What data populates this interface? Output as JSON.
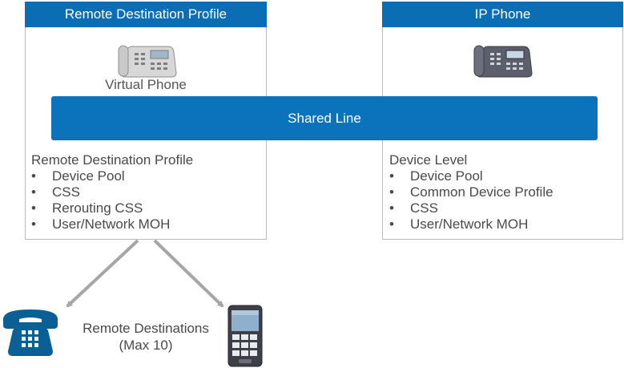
{
  "rdp_panel": {
    "header": "Remote Destination Profile",
    "virtual_phone_label": "Virtual Phone",
    "list_title": "Remote Destination Profile",
    "items": [
      "Device Pool",
      "CSS",
      "Rerouting CSS",
      "User/Network MOH"
    ]
  },
  "ip_phone_panel": {
    "header": "IP Phone",
    "list_title": "Device Level",
    "items": [
      "Device Pool",
      "Common Device Profile",
      "CSS",
      "User/Network MOH"
    ]
  },
  "shared_line": "Shared Line",
  "remote_destinations": {
    "line1": "Remote Destinations",
    "line2": "(Max 10)"
  },
  "bullet": "•",
  "icons": {
    "virtual_phone": "desk-phone-icon",
    "ip_phone": "desk-phone-icon",
    "remote_desk_phone": "telephone-icon",
    "remote_mobile": "mobile-phone-icon"
  },
  "colors": {
    "header_blue": "#0b6db4",
    "shared_line_blue": "#0b73bb",
    "border_gray": "#b9b9b9",
    "arrow_gray": "#a6a6a6"
  }
}
